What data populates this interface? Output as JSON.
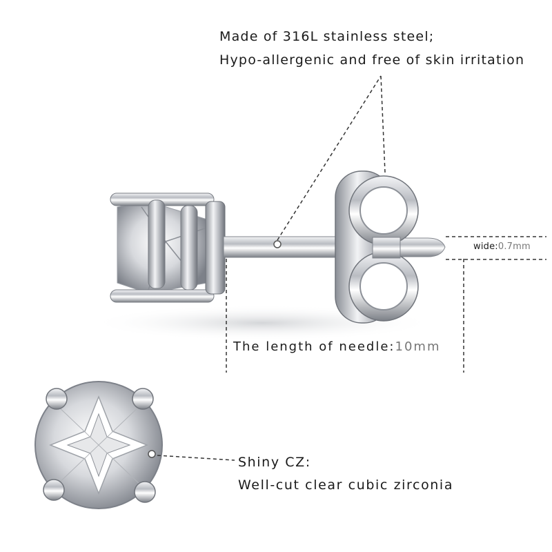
{
  "callouts": {
    "material_line1": "Made of 316L stainless steel;",
    "material_line2": "Hypo-allergenic and free of skin irritation",
    "needle_length_label": "The length of needle:",
    "needle_length_value": "10mm",
    "needle_width_label": "wide:",
    "needle_width_value": "0.7mm",
    "stone_line1": "Shiny CZ:",
    "stone_line2": "Well-cut clear cubic zirconia"
  },
  "colors": {
    "metal": "#c9ccd1",
    "metal_dark": "#6d7178",
    "text": "#1a1a1a",
    "value_text": "#777777"
  }
}
